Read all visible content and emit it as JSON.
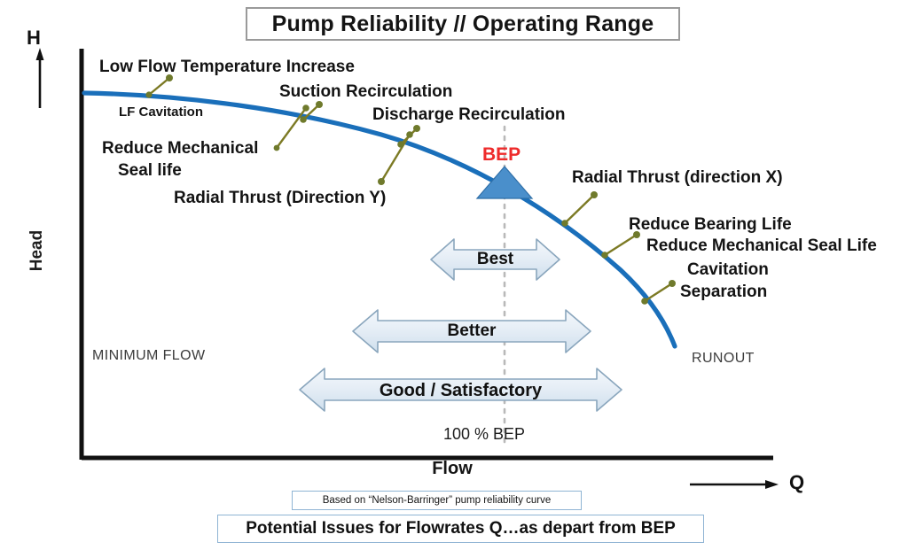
{
  "title": "Pump Reliability // Operating Range",
  "axes": {
    "y_symbol": "H",
    "y_name": "Head",
    "x_symbol": "Q",
    "x_name": "Flow"
  },
  "bep": {
    "marker_label": "BEP",
    "axis_label": "100 % BEP",
    "marker_color": "#3f87c8",
    "label_color": "#ee2b2b"
  },
  "curve": {
    "color": "#1a6fba",
    "left_end_label": "MINIMUM FLOW",
    "right_end_label": "RUNOUT"
  },
  "callouts": {
    "left": [
      {
        "id": "low-flow-temp",
        "text": "Low Flow Temperature Increase"
      },
      {
        "id": "lf-cavitation",
        "text": "LF Cavitation"
      },
      {
        "id": "reduce-mech-seal-life-l1",
        "text": "Reduce Mechanical"
      },
      {
        "id": "reduce-mech-seal-life-l2",
        "text": "Seal life"
      },
      {
        "id": "suction-recirculation",
        "text": "Suction Recirculation"
      },
      {
        "id": "radial-thrust-y",
        "text": "Radial Thrust (Direction Y)"
      },
      {
        "id": "discharge-recirculation",
        "text": "Discharge Recirculation"
      }
    ],
    "right": [
      {
        "id": "radial-thrust-x",
        "text": "Radial Thrust (direction X)"
      },
      {
        "id": "reduce-bearing-life",
        "text": "Reduce Bearing Life"
      },
      {
        "id": "reduce-mech-seal-life-r",
        "text": "Reduce Mechanical Seal Life"
      },
      {
        "id": "cavitation",
        "text": "Cavitation"
      },
      {
        "id": "separation",
        "text": "Separation"
      }
    ],
    "leader_color": "#7c7a24",
    "leader_dot_color": "#6f7a2c"
  },
  "bands": [
    {
      "id": "best",
      "label": "Best",
      "x_start": 486,
      "x_end": 631,
      "y": 272,
      "height": 42,
      "font_size": 19
    },
    {
      "id": "better",
      "label": "Better",
      "x_start": 398,
      "x_end": 666,
      "y": 352,
      "height": 44,
      "font_size": 19
    },
    {
      "id": "good",
      "label": "Good / Satisfactory",
      "x_start": 338,
      "x_end": 701,
      "y": 418,
      "height": 46,
      "font_size": 20
    }
  ],
  "band_style": {
    "fill_light": "#eef4fa",
    "fill_dark": "#ccdcea",
    "stroke": "#8aa6bd"
  },
  "footer": {
    "source_note": "Based on “Nelson-Barringer” pump reliability curve",
    "caption": "Potential Issues for Flowrates Q…as depart from BEP"
  },
  "chart_data": {
    "type": "line",
    "title": "Pump Reliability // Operating Range",
    "xlabel": "Flow",
    "ylabel": "Head",
    "grid": false,
    "legend": null,
    "annotations": [
      "Low Flow Temperature Increase",
      "LF Cavitation",
      "Reduce Mechanical Seal life",
      "Suction Recirculation",
      "Radial Thrust (Direction Y)",
      "Discharge Recirculation",
      "BEP",
      "Radial Thrust (direction X)",
      "Reduce Bearing Life",
      "Reduce Mechanical Seal Life",
      "Cavitation",
      "Separation",
      "MINIMUM FLOW",
      "RUNOUT",
      "100 % BEP"
    ],
    "series": [
      {
        "name": "Pump head curve",
        "x": [
          95,
          180,
          265,
          350,
          430,
          505,
          568,
          625,
          675,
          715,
          745,
          762
        ],
        "y": [
          105,
          108,
          116,
          130,
          150,
          177,
          205,
          238,
          275,
          315,
          355,
          390
        ]
      }
    ],
    "markers": [
      {
        "name": "BEP",
        "x": 568,
        "y": 205
      }
    ]
  }
}
